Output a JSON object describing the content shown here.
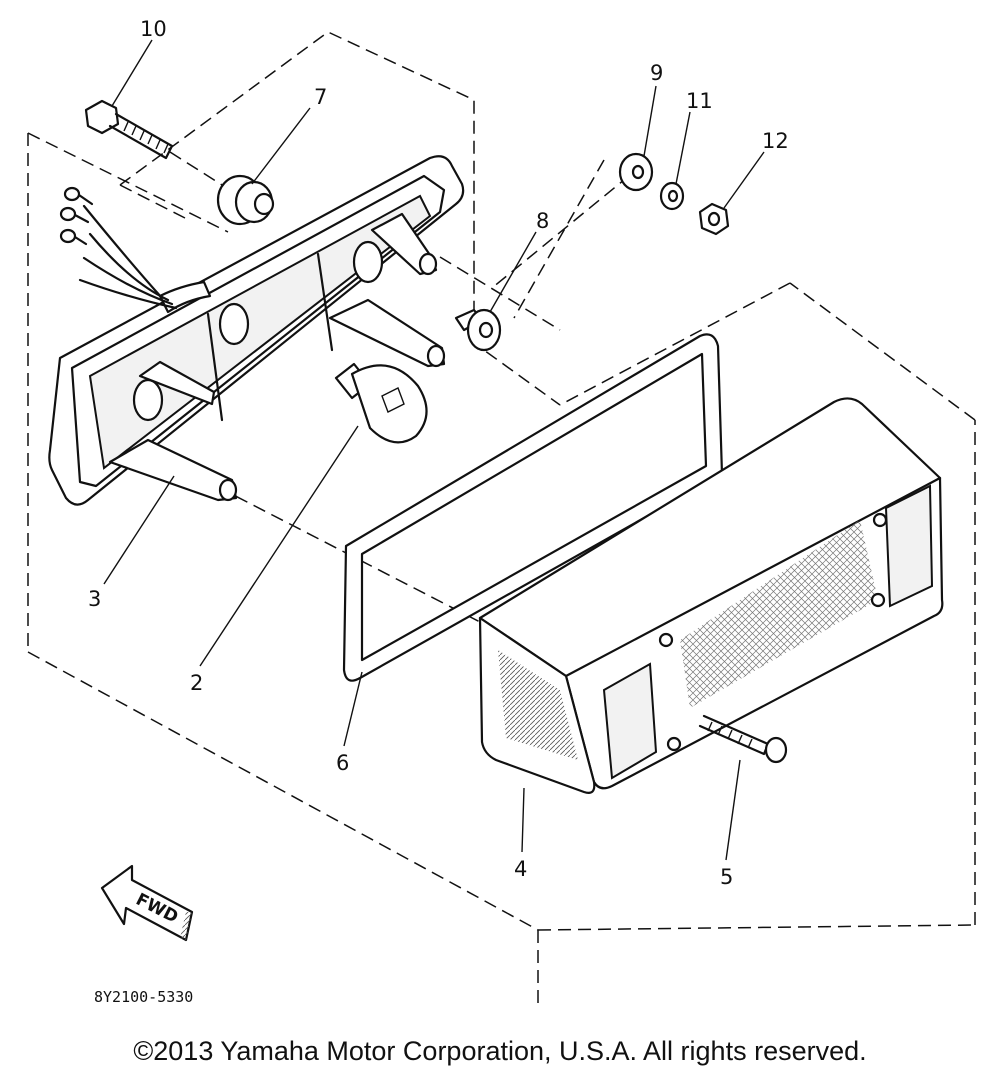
{
  "callouts": {
    "c1": "10",
    "c2": "7",
    "c3": "9",
    "c4": "11",
    "c5": "12",
    "c6": "8",
    "c7": "3",
    "c8": "2",
    "c9": "6",
    "c10": "4",
    "c11": "5"
  },
  "fwd_label": "FWD",
  "diagram_code": "8Y2100-5330",
  "copyright": "©2013 Yamaha Motor Corporation, U.S.A. All rights reserved."
}
